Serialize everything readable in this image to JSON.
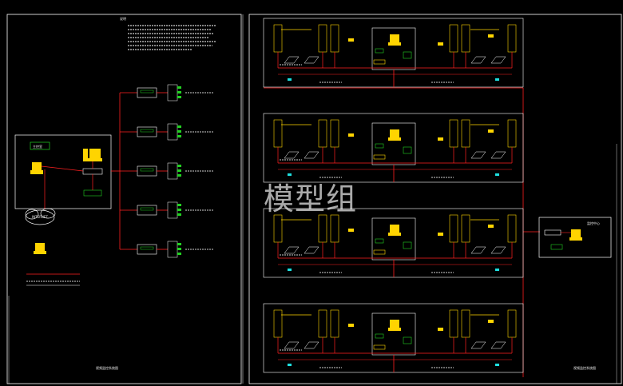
{
  "watermark": "模型组",
  "left_sheet": {
    "notes_title": "说明",
    "note_lines": [
      "1.",
      "2.",
      "3.",
      "4."
    ],
    "center_label_1": "主控室",
    "bottom_caption": "视频监控系统图",
    "internet_label": "INTERNET",
    "branch_rows": 5
  },
  "right_sheet": {
    "bottom_caption": "视频监控系统图",
    "room_blocks": 4,
    "side_panel_label": "监控中心"
  },
  "colors": {
    "frame": "#ffffff",
    "wire_red": "#ff2020",
    "device_yellow": "#ffd400",
    "device_green": "#22d322",
    "device_cyan": "#1ee0e0",
    "text_white": "#e8e8e8"
  }
}
